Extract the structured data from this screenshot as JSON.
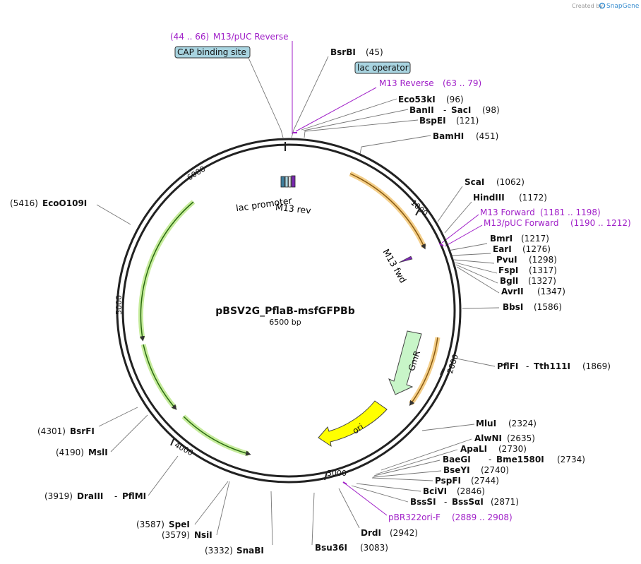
{
  "credit": {
    "prefix": "Created by",
    "brand": "SnapGene"
  },
  "plasmid": {
    "name": "pBSV2G_PflaB-msfGFPBb",
    "length": "6500 bp"
  },
  "ticks": [
    "1000",
    "2000",
    "3000",
    "4000",
    "5000",
    "6000"
  ],
  "features": {
    "cap": "CAP binding site",
    "lac_operator": "lac operator",
    "lac_promoter": "lac promoter",
    "m13_rev": "M13 rev",
    "m13_fwd": "M13 fwd",
    "gmr": "GmR",
    "ori": "ori"
  },
  "primers": {
    "m13puc_rev": {
      "name": "M13/pUC Reverse",
      "range": "(44 .. 66)"
    },
    "m13_rev": {
      "name": "M13 Reverse",
      "range": "(63 .. 79)"
    },
    "m13_fwd": {
      "name": "M13 Forward",
      "range": "(1181 .. 1198)"
    },
    "m13puc_fwd": {
      "name": "M13/pUC Forward",
      "range": "(1190 .. 1212)"
    },
    "pbr": {
      "name": "pBR322ori-F",
      "range": "(2889 .. 2908)"
    }
  },
  "sites": {
    "bsrbi": {
      "name": "BsrBI",
      "pos": "(45)"
    },
    "eco53ki": {
      "name": "Eco53kI",
      "pos": "(96)"
    },
    "banii": {
      "name": "BanII",
      "sep": "-",
      "name2": "SacI",
      "pos": "(98)"
    },
    "bspei": {
      "name": "BspEI",
      "pos": "(121)"
    },
    "bamhi": {
      "name": "BamHI",
      "pos": "(451)"
    },
    "scai": {
      "name": "ScaI",
      "pos": "(1062)"
    },
    "hindiii": {
      "name": "HindIII",
      "pos": "(1172)"
    },
    "bmri": {
      "name": "BmrI",
      "pos": "(1217)"
    },
    "eari": {
      "name": "EarI",
      "pos": "(1276)"
    },
    "pvui": {
      "name": "PvuI",
      "pos": "(1298)"
    },
    "fspi": {
      "name": "FspI",
      "pos": "(1317)"
    },
    "bgli": {
      "name": "BglI",
      "pos": "(1327)"
    },
    "avrii": {
      "name": "AvrII",
      "pos": "(1347)"
    },
    "bbsi": {
      "name": "BbsI",
      "pos": "(1586)"
    },
    "pflfi": {
      "name": "PflFI",
      "sep": "-",
      "name2": "Tth111I",
      "pos": "(1869)"
    },
    "mlui": {
      "name": "MluI",
      "pos": "(2324)"
    },
    "alwni": {
      "name": "AlwNI",
      "pos": "(2635)"
    },
    "apali": {
      "name": "ApaLI",
      "pos": "(2730)"
    },
    "baegi": {
      "name": "BaeGI",
      "sep": "-",
      "name2": "Bme1580I",
      "pos": "(2734)"
    },
    "bseyi": {
      "name": "BseYI",
      "pos": "(2740)"
    },
    "pspfi": {
      "name": "PspFI",
      "pos": "(2744)"
    },
    "bcivi": {
      "name": "BciVI",
      "pos": "(2846)"
    },
    "bsssi": {
      "name": "BssSI",
      "sep": "-",
      "name2": "BssSαI",
      "pos": "(2871)"
    },
    "drdi": {
      "name": "DrdI",
      "pos": "(2942)"
    },
    "bsu36i": {
      "name": "Bsu36I",
      "pos": "(3083)"
    },
    "snabi": {
      "name": "SnaBI",
      "pos": "(3332)"
    },
    "nsii": {
      "name": "NsiI",
      "pos": "(3579)"
    },
    "spei": {
      "name": "SpeI",
      "pos": "(3587)"
    },
    "draiii": {
      "name": "DraIII",
      "sep": "-",
      "name2": "PflMI",
      "pos": "(3919)"
    },
    "msli": {
      "name": "MslI",
      "pos": "(4190)"
    },
    "bsrfi": {
      "name": "BsrFI",
      "pos": "(4301)"
    },
    "eco0109i": {
      "name": "EcoO109I",
      "pos": "(5416)"
    }
  },
  "colors": {
    "primer": "#a020c8",
    "orf": "#f0b040",
    "gfp": "#9ad86a",
    "gmr": "#c8f5c8",
    "ori": "#ffff00",
    "feature_box": "#a8d4e0"
  }
}
